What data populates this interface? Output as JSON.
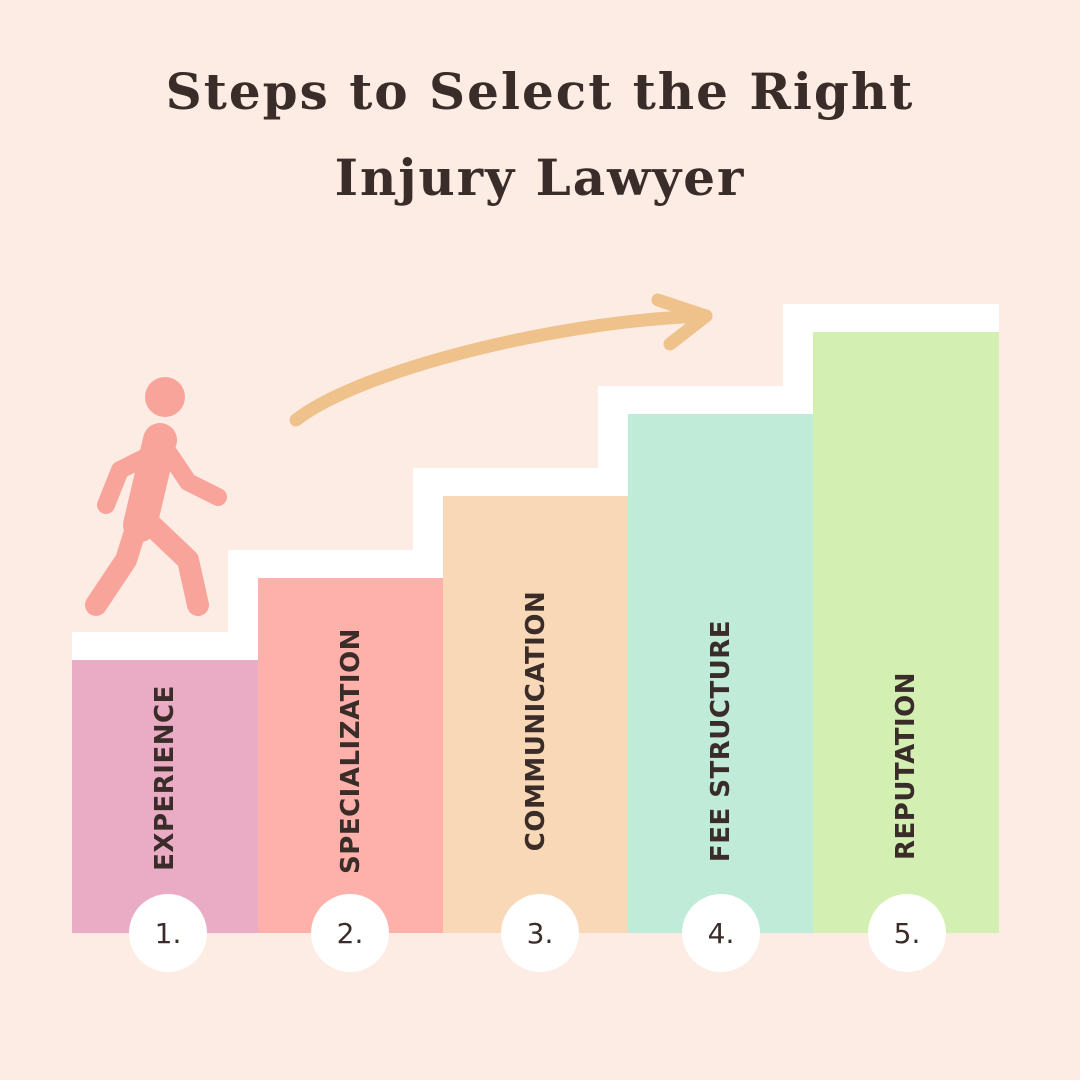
{
  "title": {
    "line1": "Steps to Select the Right",
    "line2": "Injury Lawyer"
  },
  "steps": [
    {
      "number": "1.",
      "label": "EXPERIENCE",
      "color": "#eaabc4"
    },
    {
      "number": "2.",
      "label": "SPECIALIZATION",
      "color": "#feb0aa"
    },
    {
      "number": "3.",
      "label": "COMMUNICATION",
      "color": "#f9d8b7"
    },
    {
      "number": "4.",
      "label": "FEE STRUCTURE",
      "color": "#c0ebd8"
    },
    {
      "number": "5.",
      "label": "REPUTATION",
      "color": "#d4efb2"
    }
  ],
  "colors": {
    "background": "#fdece4",
    "walker": "#f9a49b",
    "arrow": "#efc28c",
    "text": "#3a2c28"
  },
  "icons": {
    "walker": "walking-person-icon",
    "arrow": "curved-arrow-right-icon"
  }
}
